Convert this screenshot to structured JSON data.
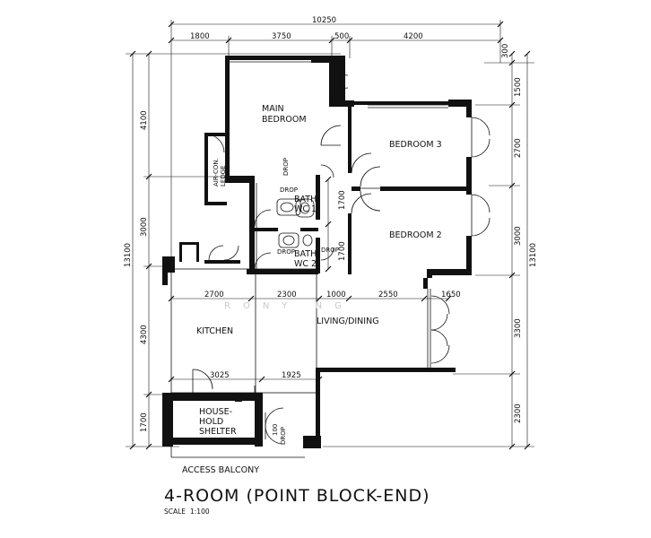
{
  "plan_title": "4-ROOM (POINT BLOCK-END)",
  "scale_label": "SCALE",
  "scale_value": "1:100",
  "watermark": "RONY NG",
  "dimensions": {
    "overall_width": "10250",
    "top_1": "1800",
    "top_2": "3750",
    "top_3": "500",
    "top_4": "4200",
    "top_right_small": "300",
    "overall_height_left": "13100",
    "overall_height_right": "13100",
    "left_1": "4100",
    "left_2": "3000",
    "left_3": "4300",
    "left_4": "1700",
    "right_1": "1500",
    "right_2": "2700",
    "right_3": "3000",
    "right_4": "3300",
    "right_5": "2300",
    "mid_1": "2700",
    "mid_2": "2300",
    "mid_3": "1000",
    "mid_4": "2550",
    "mid_5": "1650",
    "corridor_1": "1700",
    "corridor_2": "1700",
    "low_1": "3025",
    "low_2": "1925",
    "drop_dim": "100"
  },
  "rooms": {
    "main_bedroom_1": "MAIN",
    "main_bedroom_2": "BEDROOM",
    "bedroom_3": "BEDROOM 3",
    "bedroom_2": "BEDROOM 2",
    "bath_1_a": "BATH",
    "bath_1_b": "WC 1",
    "bath_2_a": "BATH",
    "bath_2_b": "WC 2",
    "kitchen": "KITCHEN",
    "living_dining": "LIVING/DINING",
    "shelter_1": "HOUSE-",
    "shelter_2": "HOLD",
    "shelter_3": "SHELTER",
    "access_balcony": "ACCESS BALCONY",
    "aircon_1": "AIR-CON.",
    "aircon_2": "LEDGE"
  },
  "notes": {
    "drop_1": "DROP",
    "drop_2": "DROP",
    "drop_3": "DROP",
    "drop_4": "DROP",
    "drop_5": "DROP"
  }
}
